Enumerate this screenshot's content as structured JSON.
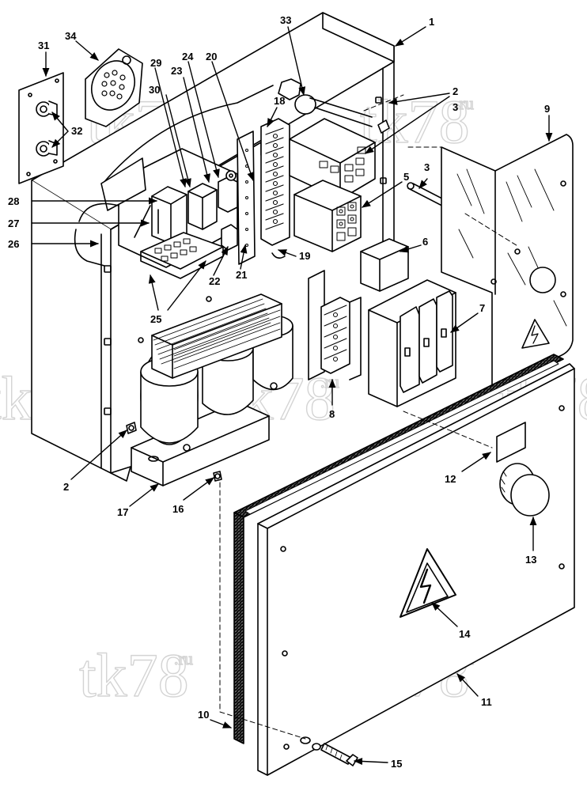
{
  "diagram": {
    "watermark": {
      "main": "tk78",
      "suffix": ".ru"
    },
    "callouts": [
      "1",
      "2",
      "3",
      "5",
      "6",
      "7",
      "8",
      "9",
      "10",
      "11",
      "12",
      "13",
      "14",
      "15",
      "16",
      "17",
      "18",
      "19",
      "20",
      "21",
      "22",
      "23",
      "24",
      "25",
      "26",
      "27",
      "28",
      "29",
      "30",
      "31",
      "32",
      "33",
      "34"
    ],
    "colors": {
      "line": "#000000",
      "paper": "#ffffff",
      "gasket": "#555555",
      "watermark": "#d4d4d4"
    }
  }
}
